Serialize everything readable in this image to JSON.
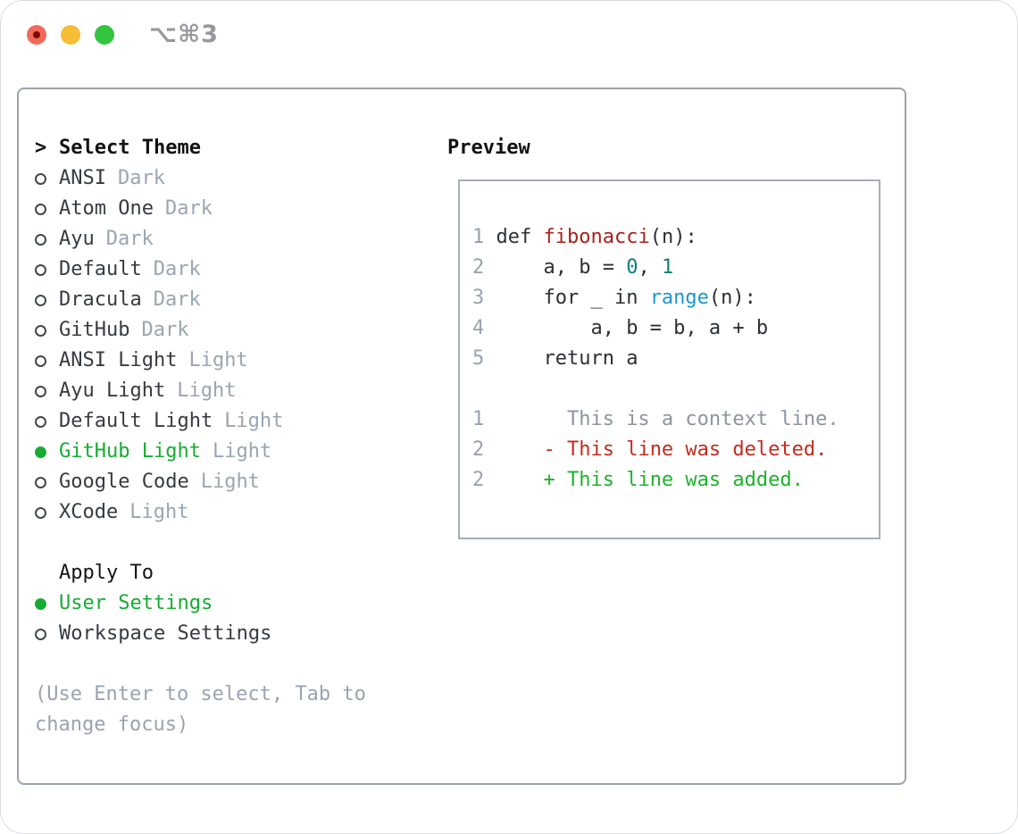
{
  "window": {
    "title": "⌥⌘3",
    "traffic_lights": [
      {
        "name": "close-button",
        "color": "#f2685c",
        "inner_dot_color": "#7a0b06"
      },
      {
        "name": "minimize-button",
        "color": "#f7bd37"
      },
      {
        "name": "zoom-button",
        "color": "#33c53f"
      }
    ]
  },
  "theme_panel": {
    "header": {
      "cursor": ">",
      "label": "Select Theme"
    },
    "themes": [
      {
        "name": "ANSI",
        "variant": "Dark",
        "selected": false
      },
      {
        "name": "Atom One",
        "variant": "Dark",
        "selected": false
      },
      {
        "name": "Ayu",
        "variant": "Dark",
        "selected": false
      },
      {
        "name": "Default",
        "variant": "Dark",
        "selected": false
      },
      {
        "name": "Dracula",
        "variant": "Dark",
        "selected": false
      },
      {
        "name": "GitHub",
        "variant": "Dark",
        "selected": false
      },
      {
        "name": "ANSI Light",
        "variant": "Light",
        "selected": false
      },
      {
        "name": "Ayu Light",
        "variant": "Light",
        "selected": false
      },
      {
        "name": "Default Light",
        "variant": "Light",
        "selected": false
      },
      {
        "name": "GitHub Light",
        "variant": "Light",
        "selected": true
      },
      {
        "name": "Google Code",
        "variant": "Light",
        "selected": false
      },
      {
        "name": "XCode",
        "variant": "Light",
        "selected": false
      }
    ],
    "apply_to": {
      "header": "Apply To",
      "options": [
        {
          "label": "User Settings",
          "selected": true
        },
        {
          "label": "Workspace Settings",
          "selected": false
        }
      ]
    },
    "hint": "(Use Enter to select, Tab to change focus)"
  },
  "preview": {
    "header": "Preview",
    "lines": [
      {
        "num": "1",
        "segments": [
          {
            "t": " def ",
            "c": "code"
          },
          {
            "t": "fibonacci",
            "c": "func"
          },
          {
            "t": "(n):",
            "c": "code"
          }
        ]
      },
      {
        "num": "2",
        "segments": [
          {
            "t": "     a, b = ",
            "c": "code"
          },
          {
            "t": "0",
            "c": "numlit"
          },
          {
            "t": ", ",
            "c": "code"
          },
          {
            "t": "1",
            "c": "numlit"
          }
        ]
      },
      {
        "num": "3",
        "segments": [
          {
            "t": "     for _ in ",
            "c": "code"
          },
          {
            "t": "range",
            "c": "call"
          },
          {
            "t": "(n):",
            "c": "code"
          }
        ]
      },
      {
        "num": "4",
        "segments": [
          {
            "t": "         a, b = b, a + b",
            "c": "code"
          }
        ]
      },
      {
        "num": "5",
        "segments": [
          {
            "t": "     return a",
            "c": "code"
          }
        ]
      },
      {
        "num": "",
        "segments": []
      },
      {
        "num": "1",
        "segments": [
          {
            "t": "       This is a context line.",
            "c": "ctx"
          }
        ]
      },
      {
        "num": "2",
        "segments": [
          {
            "t": "     ",
            "c": "code"
          },
          {
            "t": "- This line was deleted.",
            "c": "del"
          }
        ]
      },
      {
        "num": "2",
        "segments": [
          {
            "t": "     ",
            "c": "code"
          },
          {
            "t": "+ This line was added.",
            "c": "add"
          }
        ]
      }
    ]
  },
  "colors": {
    "accent_green": "#17ab33",
    "panel_border": "#9aa3ae",
    "preview_border": "#a5adb8",
    "text": "#363b42",
    "header_text": "#101214",
    "muted_text": "#99a3b2",
    "gutter_text": "#98a2b0",
    "syntax_function_red": "#a8221c",
    "syntax_number_teal": "#0e7d7b",
    "syntax_call_blue": "#1e97cf",
    "diff_context": "#8d959f",
    "diff_deleted_red": "#c52b1d",
    "diff_added_green": "#1db32a",
    "traffic_red": "#f2685c",
    "traffic_yellow": "#f7bd37",
    "traffic_green": "#33c53f",
    "title_gray": "#97989c"
  }
}
